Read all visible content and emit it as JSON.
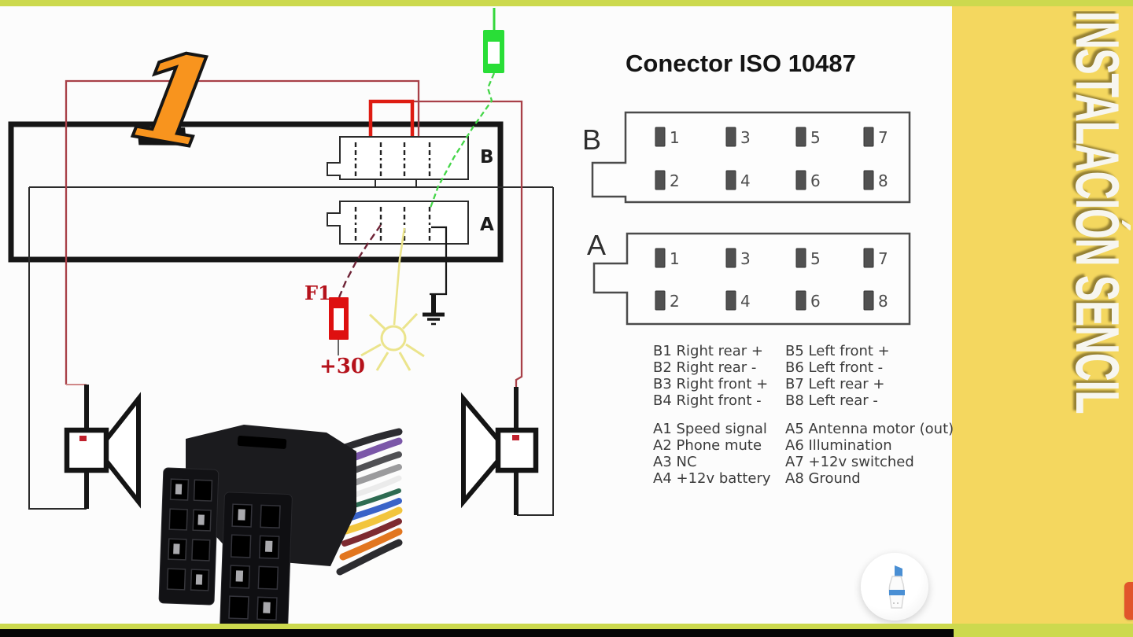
{
  "banner": {
    "vertical_text": "INSTALACIÓN SENCIL"
  },
  "overlay": {
    "step_number": "1"
  },
  "schematic": {
    "connector_b_label": "B",
    "connector_a_label": "A",
    "fuse_label": "F1",
    "battery_terminal_label": "+30"
  },
  "pinout_panel": {
    "title": "Conector ISO 10487",
    "connector_b": {
      "label": "B",
      "pin_numbers_top": [
        "1",
        "3",
        "5",
        "7"
      ],
      "pin_numbers_bottom": [
        "2",
        "4",
        "6",
        "8"
      ]
    },
    "connector_a": {
      "label": "A",
      "pin_numbers_top": [
        "1",
        "3",
        "5",
        "7"
      ],
      "pin_numbers_bottom": [
        "2",
        "4",
        "6",
        "8"
      ]
    },
    "pin_descriptions_b_left": [
      "B1 Right rear +",
      "B2 Right rear -",
      "B3 Right front +",
      "B4 Right front -"
    ],
    "pin_descriptions_b_right": [
      "B5 Left front +",
      "B6 Left front -",
      "B7 Left rear +",
      "B8 Left rear -"
    ],
    "pin_descriptions_a_left": [
      "A1 Speed signal",
      "A2 Phone mute",
      "A3 NC",
      "A4 +12v battery"
    ],
    "pin_descriptions_a_right": [
      "A5 Antenna motor (out)",
      "A6 Illumination",
      "A7 +12v switched",
      "A8 Ground"
    ]
  },
  "colors": {
    "side_banner_yellow": "#f4d75f",
    "edge_strip_lime": "#ccd94e",
    "wire_red_bright": "#de1c12",
    "wire_red_dark": "#a84048",
    "wire_green": "#35d73c",
    "wire_yellow": "#ebe48c",
    "wire_maroon": "#6e2336",
    "label_red": "#b5121b",
    "step_marker_orange": "#f8941e"
  }
}
